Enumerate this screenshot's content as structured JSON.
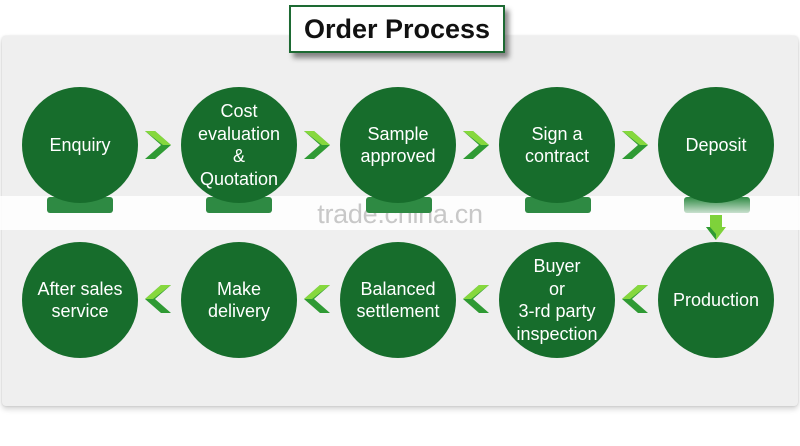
{
  "title": "Order Process",
  "watermark": "trade.china.cn",
  "colors": {
    "circle_fill": "#176d2c",
    "arrow_light": "#7ed23a",
    "arrow_dark": "#2f9a34",
    "panel_bg": "#efefef"
  },
  "steps": [
    {
      "lines": [
        "Enquiry"
      ]
    },
    {
      "lines": [
        "Cost",
        "evaluation",
        "&",
        "Quotation"
      ]
    },
    {
      "lines": [
        "Sample",
        "approved"
      ]
    },
    {
      "lines": [
        "Sign a",
        "contract"
      ]
    },
    {
      "lines": [
        "Deposit"
      ]
    },
    {
      "lines": [
        "Production"
      ]
    },
    {
      "lines": [
        "Buyer",
        "or",
        "3-rd party",
        "inspection"
      ]
    },
    {
      "lines": [
        "Balanced",
        "settlement"
      ]
    },
    {
      "lines": [
        "Make",
        "delivery"
      ]
    },
    {
      "lines": [
        "After sales",
        "service"
      ]
    }
  ]
}
